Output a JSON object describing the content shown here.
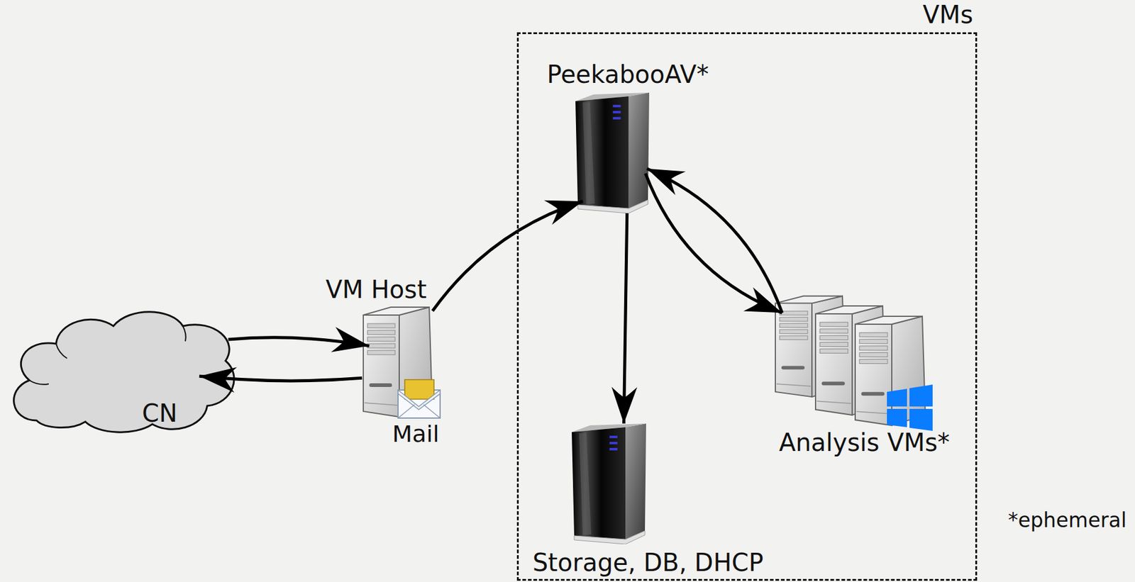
{
  "diagram": {
    "nodes": [
      {
        "text": [
          "CN"
        ]
      },
      {
        "text": [
          "VM Host",
          "Mail"
        ]
      },
      {
        "text": [
          "VMs"
        ]
      },
      {
        "text": [
          "PeekabooAV*"
        ],
        "in": 2
      },
      {
        "text": [
          "Storage, DB, DHCP"
        ],
        "in": 2
      },
      {
        "text": [
          "Analysis VMs*"
        ],
        "in": 2
      }
    ],
    "edges": [
      {
        "from": 0,
        "to": 1,
        "arrow": "to"
      },
      {
        "from": 1,
        "to": 0,
        "arrow": "to"
      },
      {
        "from": 1,
        "to": 3,
        "arrow": "to"
      },
      {
        "from": 3,
        "to": 4,
        "arrow": "to"
      },
      {
        "from": 3,
        "to": 5,
        "arrow": "to"
      },
      {
        "from": 5,
        "to": 3,
        "arrow": "to"
      }
    ],
    "labels": [
      "*ephemeral"
    ]
  }
}
